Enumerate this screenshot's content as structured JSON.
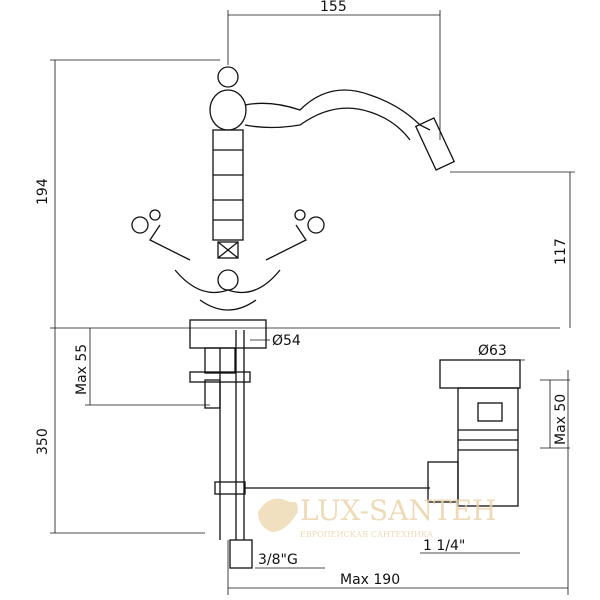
{
  "dimensions": {
    "top_width": "155",
    "total_height": "194",
    "spout_height": "117",
    "base_diameter": "Ø54",
    "max_55": "Max 55",
    "depth_350": "350",
    "drain_diameter": "Ø63",
    "drain_max_50": "Max 50",
    "drain_thread": "1 1/4\"",
    "hose_thread": "3/8\"G",
    "max_190": "Max 190"
  },
  "watermark": {
    "brand": "LUX-SANTEH",
    "tagline": "ЕВРОПЕЙСКАЯ САНТЕХНИКА"
  }
}
